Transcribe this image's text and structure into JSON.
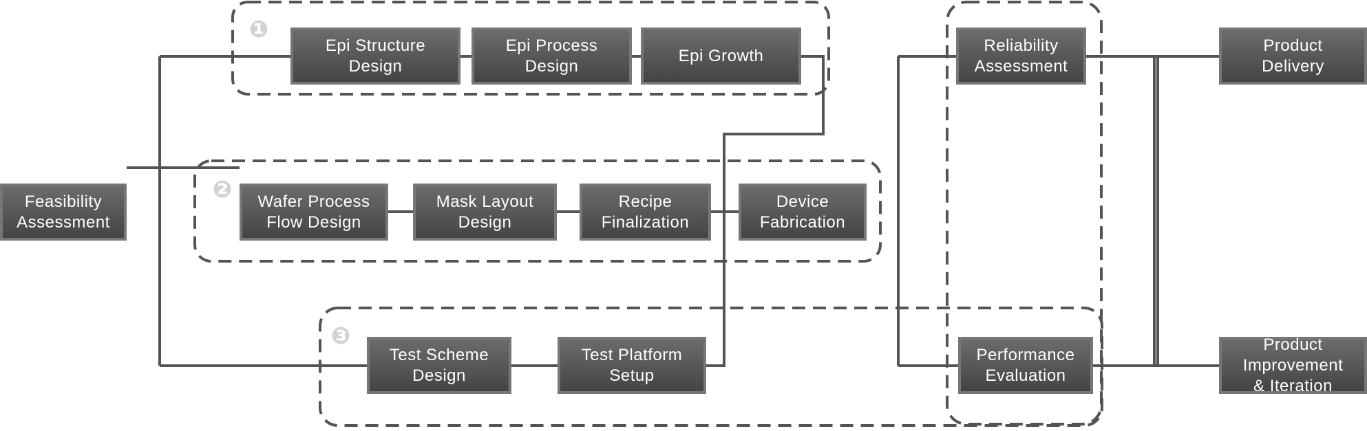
{
  "colors": {
    "line": "#545454",
    "box_top": "#6e6c6c",
    "box_bottom": "#444242",
    "box_border": "#777777",
    "box_text": "#ffffff",
    "group_marker": "#d2d2d2"
  },
  "groups": {
    "g1": {
      "marker": "❶"
    },
    "g2": {
      "marker": "❷"
    },
    "g3": {
      "marker": "❸"
    }
  },
  "nodes": {
    "feasibility": {
      "lines": [
        "Feasibility",
        "Assessment"
      ]
    },
    "epi_structure": {
      "lines": [
        "Epi Structure",
        "Design"
      ]
    },
    "epi_process": {
      "lines": [
        "Epi Process",
        "Design"
      ]
    },
    "epi_growth": {
      "lines": [
        "Epi Growth"
      ]
    },
    "wafer_process": {
      "lines": [
        "Wafer Process",
        "Flow Design"
      ]
    },
    "mask_layout": {
      "lines": [
        "Mask Layout",
        "Design"
      ]
    },
    "recipe": {
      "lines": [
        "Recipe",
        "Finalization"
      ]
    },
    "device_fab": {
      "lines": [
        "Device",
        "Fabrication"
      ]
    },
    "test_scheme": {
      "lines": [
        "Test Scheme",
        "Design"
      ]
    },
    "test_platform": {
      "lines": [
        "Test Platform",
        "Setup"
      ]
    },
    "reliability": {
      "lines": [
        "Reliability",
        "Assessment"
      ]
    },
    "performance": {
      "lines": [
        "Performance",
        "Evaluation"
      ]
    },
    "delivery": {
      "lines": [
        "Product",
        "Delivery"
      ]
    },
    "improvement": {
      "lines": [
        "Product",
        "Improvement",
        "& Iteration"
      ]
    }
  }
}
